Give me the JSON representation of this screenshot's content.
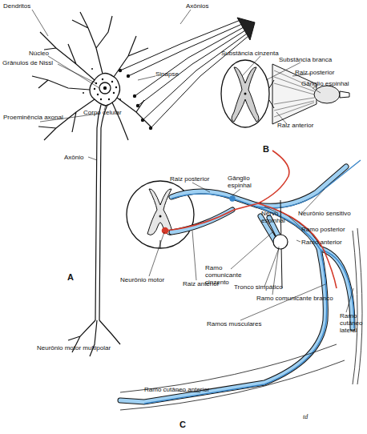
{
  "diagram": {
    "labels": [
      "Dendritos",
      "Axônios",
      "Núcleo",
      "Grânulos de Nissl",
      "Sinapse",
      "Proeminência axonal",
      "Corpo celular",
      "Axônio",
      "A",
      "Neurônio motor multipolar",
      "Substância cinzenta",
      "Substância branca",
      "Raiz posterior",
      "Gânglio espinhal",
      "Raiz anterior",
      "B",
      "Raiz posterior",
      "Gânglio espinhal",
      "Nervo espinhal",
      "Neurônio sensitivo",
      "Ramo posterior",
      "Ramo anterior",
      "Neurônio motor",
      "Ramo comunicante cinzento",
      "Tronco simpático",
      "Ramo comunicante branco",
      "Raiz anterior",
      "Ramo cutâneo lateral",
      "Ramos musculares",
      "Ramo cutâneo anterior",
      "C",
      "td"
    ]
  }
}
